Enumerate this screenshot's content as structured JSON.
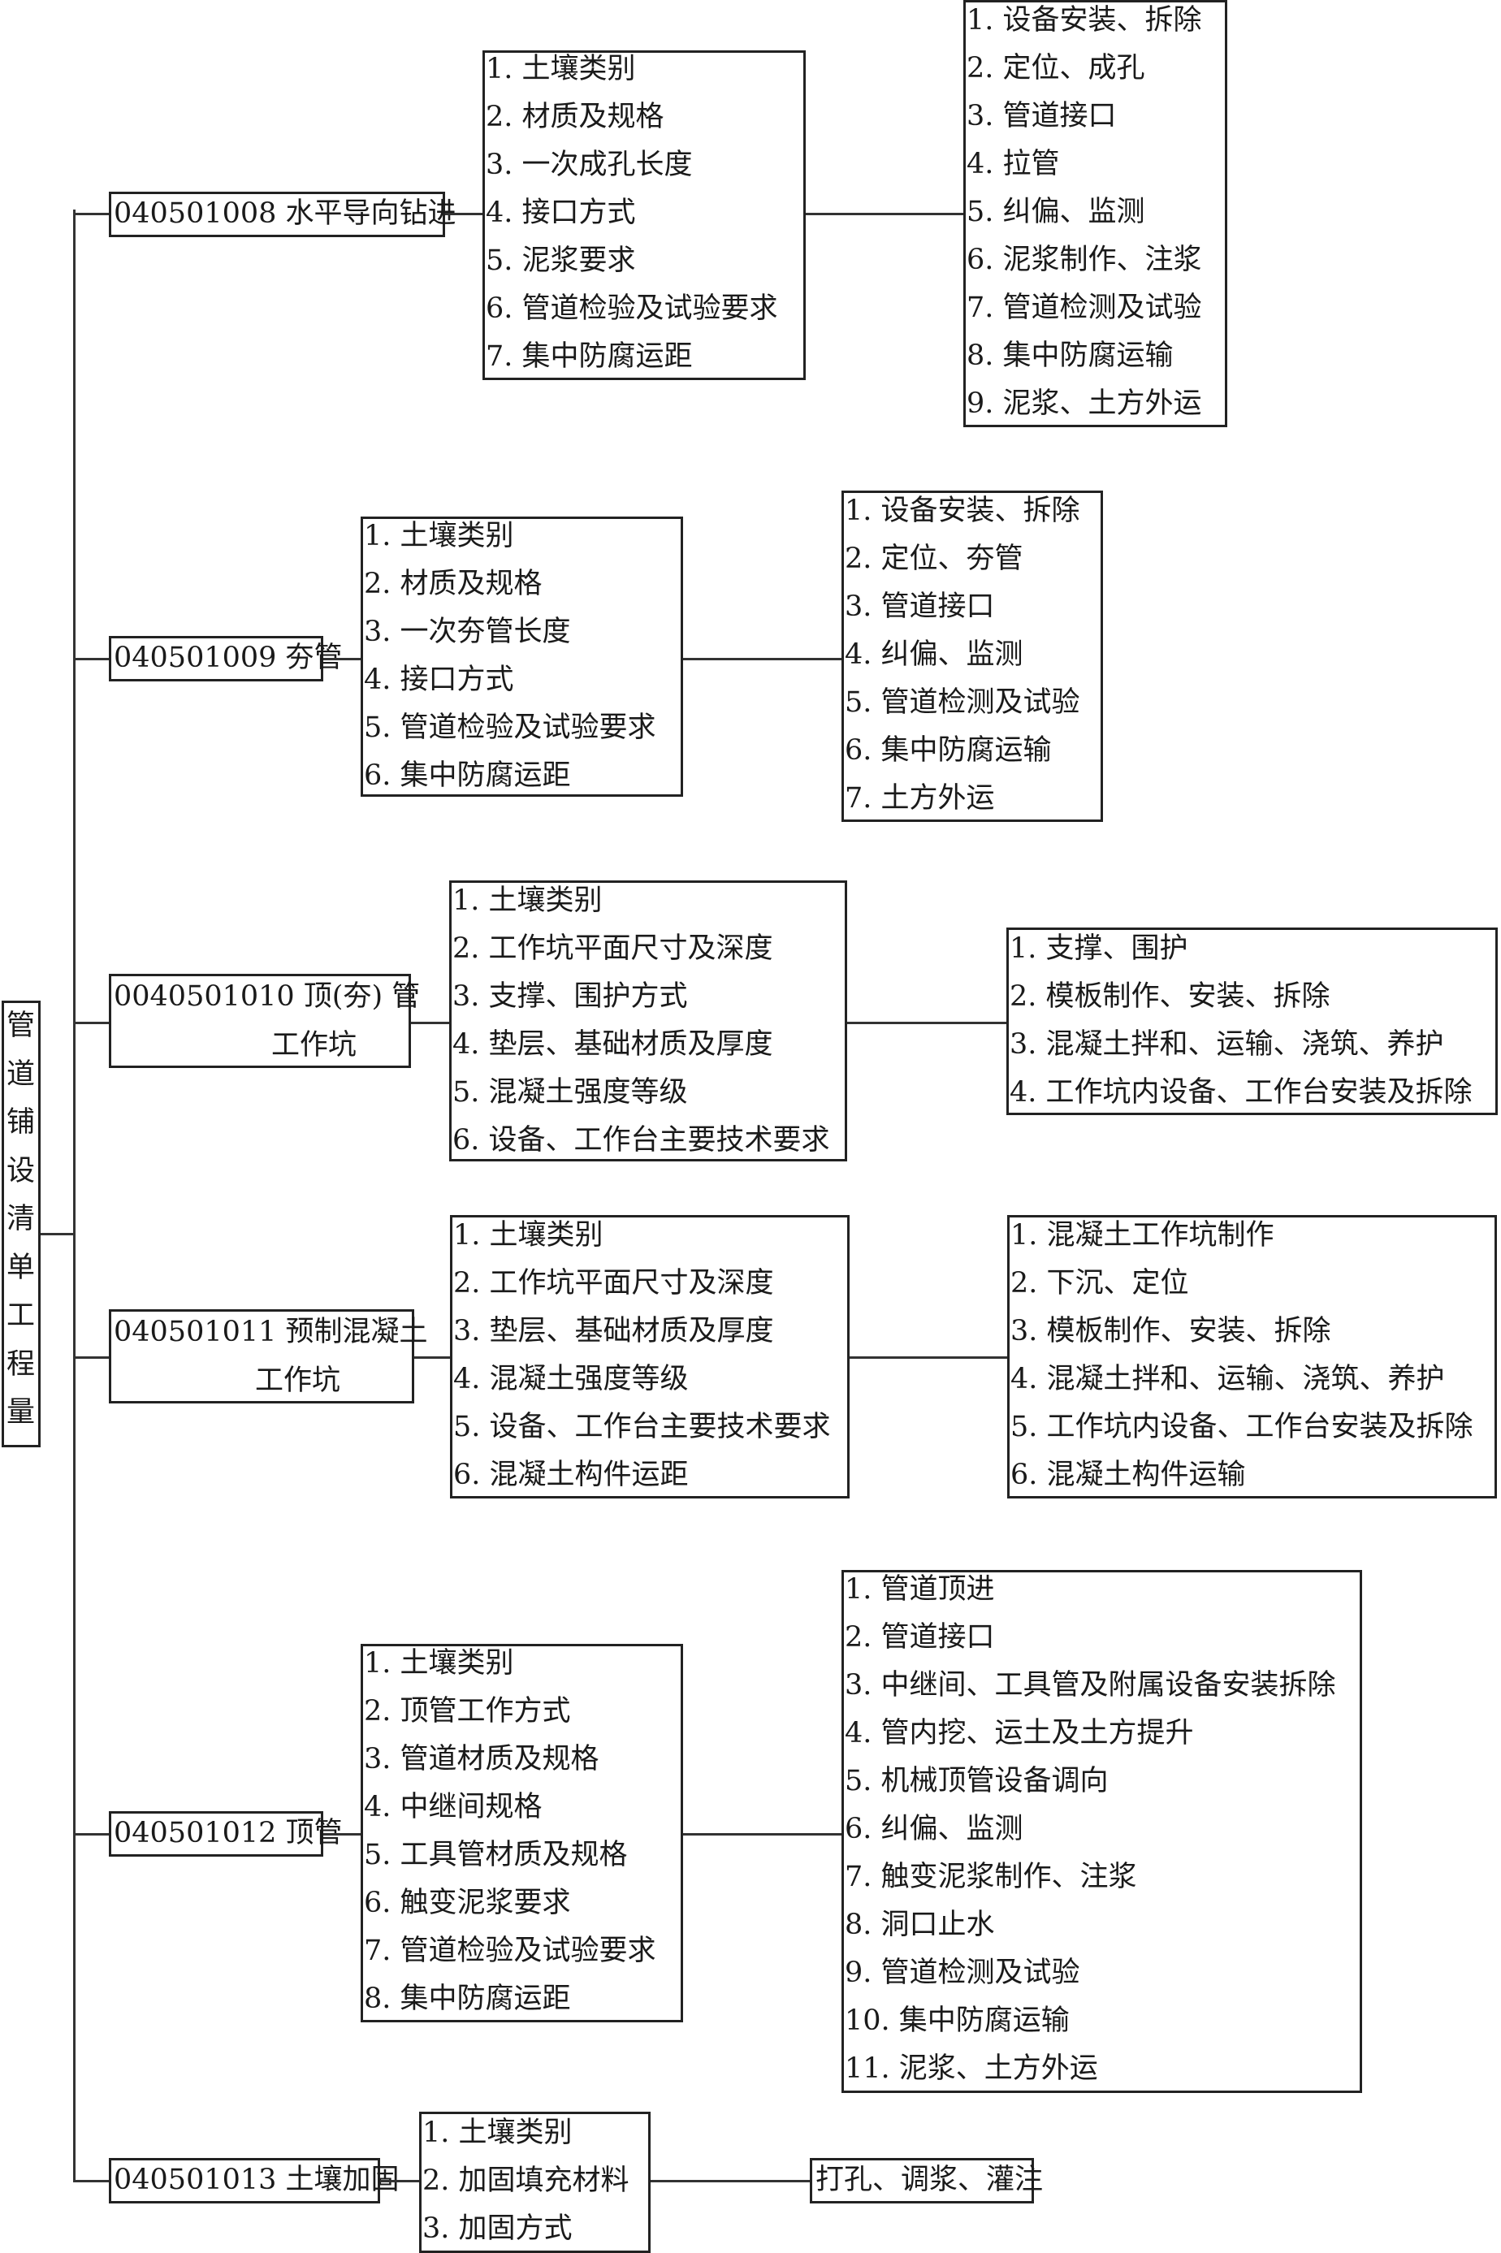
{
  "root": {
    "label": "管道铺设清单工程量"
  },
  "groups": [
    {
      "code": "040501008 水平导向钻进",
      "features": [
        "1. 土壤类别",
        "2. 材质及规格",
        "3. 一次成孔长度",
        "4. 接口方式",
        "5. 泥浆要求",
        "6. 管道检验及试验要求",
        "7. 集中防腐运距"
      ],
      "works": [
        "1. 设备安装、拆除",
        "2. 定位、成孔",
        "3. 管道接口",
        "4. 拉管",
        "5. 纠偏、监测",
        "6. 泥浆制作、注浆",
        "7. 管道检测及试验",
        "8. 集中防腐运输",
        "9. 泥浆、土方外运"
      ]
    },
    {
      "code": "040501009 夯管",
      "features": [
        "1. 土壤类别",
        "2. 材质及规格",
        "3. 一次夯管长度",
        "4. 接口方式",
        "5. 管道检验及试验要求",
        "6. 集中防腐运距"
      ],
      "works": [
        "1. 设备安装、拆除",
        "2. 定位、夯管",
        "3. 管道接口",
        "4. 纠偏、监测",
        "5. 管道检测及试验",
        "6. 集中防腐运输",
        "7. 土方外运"
      ]
    },
    {
      "code": "0040501010 顶(夯) 管",
      "code2": "工作坑",
      "features": [
        "1. 土壤类别",
        "2. 工作坑平面尺寸及深度",
        "3. 支撑、围护方式",
        "4. 垫层、基础材质及厚度",
        "5. 混凝土强度等级",
        "6. 设备、工作台主要技术要求"
      ],
      "works": [
        "1. 支撑、围护",
        "2. 模板制作、安装、拆除",
        "3. 混凝土拌和、运输、浇筑、养护",
        "4. 工作坑内设备、工作台安装及拆除"
      ]
    },
    {
      "code": "040501011 预制混凝土",
      "code2": "工作坑",
      "features": [
        "1. 土壤类别",
        "2. 工作坑平面尺寸及深度",
        "3. 垫层、基础材质及厚度",
        "4. 混凝土强度等级",
        "5. 设备、工作台主要技术要求",
        "6. 混凝土构件运距"
      ],
      "works": [
        "1. 混凝土工作坑制作",
        "2. 下沉、定位",
        "3. 模板制作、安装、拆除",
        "4. 混凝土拌和、运输、浇筑、养护",
        "5. 工作坑内设备、工作台安装及拆除",
        "6. 混凝土构件运输"
      ]
    },
    {
      "code": "040501012 顶管",
      "features": [
        "1. 土壤类别",
        "2. 顶管工作方式",
        "3. 管道材质及规格",
        "4. 中继间规格",
        "5. 工具管材质及规格",
        "6. 触变泥浆要求",
        "7. 管道检验及试验要求",
        "8. 集中防腐运距"
      ],
      "works": [
        "1. 管道顶进",
        "2. 管道接口",
        "3. 中继间、工具管及附属设备安装拆除",
        "4. 管内挖、运土及土方提升",
        "5. 机械顶管设备调向",
        "6. 纠偏、监测",
        "7. 触变泥浆制作、注浆",
        "8. 洞口止水",
        "9. 管道检测及试验",
        "10. 集中防腐运输",
        "11. 泥浆、土方外运"
      ]
    },
    {
      "code": "040501013 土壤加固",
      "features": [
        "1. 土壤类别",
        "2. 加固填充材料",
        "3. 加固方式"
      ],
      "works": [
        "打孔、调浆、灌注"
      ]
    }
  ]
}
